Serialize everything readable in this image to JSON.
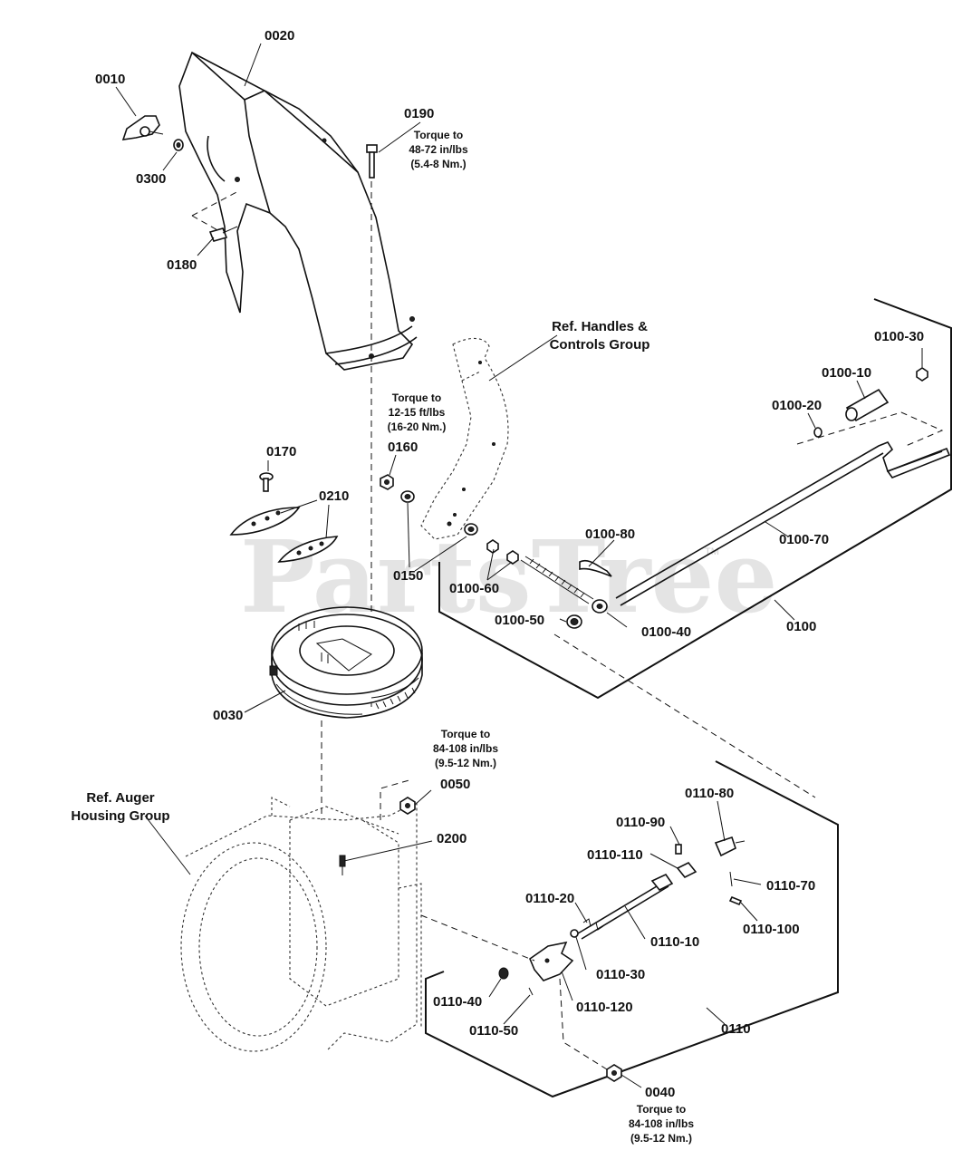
{
  "watermark": "PartsTree",
  "trademark": "TM",
  "labels": {
    "p0010": "0010",
    "p0020": "0020",
    "p0300": "0300",
    "p0190": "0190",
    "p0180": "0180",
    "p0170": "0170",
    "p0210": "0210",
    "p0160": "0160",
    "p0150": "0150",
    "p0030": "0030",
    "p0050": "0050",
    "p0200": "0200",
    "p0040": "0040",
    "p0100": "0100",
    "p0100_10": "0100-10",
    "p0100_20": "0100-20",
    "p0100_30": "0100-30",
    "p0100_40": "0100-40",
    "p0100_50": "0100-50",
    "p0100_60": "0100-60",
    "p0100_70": "0100-70",
    "p0100_80": "0100-80",
    "p0110": "0110",
    "p0110_10": "0110-10",
    "p0110_20": "0110-20",
    "p0110_30": "0110-30",
    "p0110_40": "0110-40",
    "p0110_50": "0110-50",
    "p0110_70": "0110-70",
    "p0110_80": "0110-80",
    "p0110_90": "0110-90",
    "p0110_100": "0110-100",
    "p0110_110": "0110-110",
    "p0110_120": "0110-120"
  },
  "torque_notes": {
    "t0190": [
      "Torque to",
      "48-72 in/lbs",
      "(5.4-8 Nm.)"
    ],
    "t0160": [
      "Torque to",
      "12-15 ft/lbs",
      "(16-20 Nm.)"
    ],
    "t0050": [
      "Torque to",
      "84-108 in/lbs",
      "(9.5-12 Nm.)"
    ],
    "t0040": [
      "Torque to",
      "84-108 in/lbs",
      "(9.5-12 Nm.)"
    ]
  },
  "references": {
    "handles": [
      "Ref. Handles &",
      "Controls Group"
    ],
    "auger": [
      "Ref. Auger",
      "Housing Group"
    ]
  }
}
